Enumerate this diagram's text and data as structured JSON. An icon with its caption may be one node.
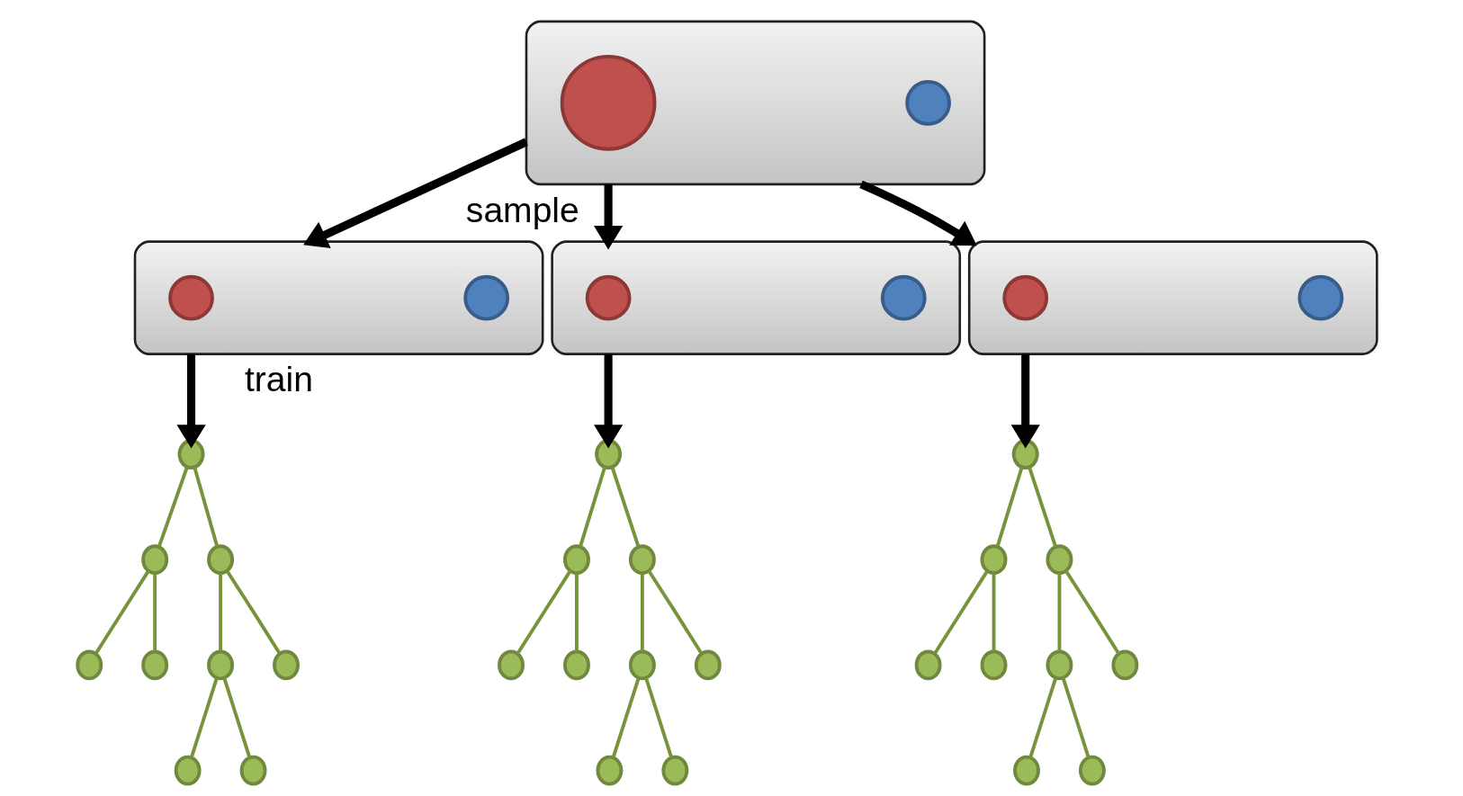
{
  "diagram": {
    "nodes": [
      {
        "text": [],
        "shape": "box"
      },
      {
        "text": [],
        "shape": "circle",
        "in": 0
      },
      {
        "text": [],
        "shape": "circle",
        "in": 0
      },
      {
        "text": [],
        "shape": "box"
      },
      {
        "text": [],
        "shape": "circle",
        "in": 3
      },
      {
        "text": [],
        "shape": "circle",
        "in": 3
      },
      {
        "text": [],
        "shape": "box"
      },
      {
        "text": [],
        "shape": "circle",
        "in": 6
      },
      {
        "text": [],
        "shape": "circle",
        "in": 6
      },
      {
        "text": [],
        "shape": "box"
      },
      {
        "text": [],
        "shape": "circle",
        "in": 9
      },
      {
        "text": [],
        "shape": "circle",
        "in": 9
      },
      {
        "text": [],
        "shape": "circle"
      },
      {
        "text": [],
        "shape": "circle"
      },
      {
        "text": [],
        "shape": "circle"
      },
      {
        "text": [],
        "shape": "circle"
      },
      {
        "text": [],
        "shape": "circle"
      },
      {
        "text": [],
        "shape": "circle"
      },
      {
        "text": [],
        "shape": "circle"
      },
      {
        "text": [],
        "shape": "circle"
      },
      {
        "text": [],
        "shape": "circle"
      },
      {
        "text": [],
        "shape": "circle"
      },
      {
        "text": [],
        "shape": "circle"
      },
      {
        "text": [],
        "shape": "circle"
      },
      {
        "text": [],
        "shape": "circle"
      },
      {
        "text": [],
        "shape": "circle"
      },
      {
        "text": [],
        "shape": "circle"
      },
      {
        "text": [],
        "shape": "circle"
      },
      {
        "text": [],
        "shape": "circle"
      },
      {
        "text": [],
        "shape": "circle"
      },
      {
        "text": [],
        "shape": "circle"
      },
      {
        "text": [],
        "shape": "circle"
      },
      {
        "text": [],
        "shape": "circle"
      },
      {
        "text": [],
        "shape": "circle"
      },
      {
        "text": [],
        "shape": "circle"
      },
      {
        "text": [],
        "shape": "circle"
      },
      {
        "text": [],
        "shape": "circle"
      },
      {
        "text": [],
        "shape": "circle"
      },
      {
        "text": [],
        "shape": "circle"
      }
    ],
    "edges": [
      {
        "from": 0,
        "to": 3,
        "arrow": "to",
        "label": "sample",
        "style": "thick",
        "color": "#000000"
      },
      {
        "from": 0,
        "to": 6,
        "arrow": "to",
        "style": "thick",
        "color": "#000000"
      },
      {
        "from": 0,
        "to": 9,
        "arrow": "to",
        "style": "thick",
        "color": "#000000"
      },
      {
        "from": 3,
        "to": 12,
        "arrow": "to",
        "label": "train",
        "style": "thick",
        "color": "#000000"
      },
      {
        "from": 6,
        "to": 21,
        "arrow": "to",
        "style": "thick",
        "color": "#000000"
      },
      {
        "from": 9,
        "to": 30,
        "arrow": "to",
        "style": "thick",
        "color": "#000000"
      },
      {
        "from": 12,
        "to": 13,
        "arrow": "none"
      },
      {
        "from": 12,
        "to": 14,
        "arrow": "none"
      },
      {
        "from": 13,
        "to": 16,
        "arrow": "none"
      },
      {
        "from": 13,
        "to": 17,
        "arrow": "none"
      },
      {
        "from": 14,
        "to": 15,
        "arrow": "none"
      },
      {
        "from": 14,
        "to": 20,
        "arrow": "none"
      },
      {
        "from": 15,
        "to": 18,
        "arrow": "none"
      },
      {
        "from": 15,
        "to": 19,
        "arrow": "none"
      },
      {
        "from": 21,
        "to": 22,
        "arrow": "none"
      },
      {
        "from": 21,
        "to": 23,
        "arrow": "none"
      },
      {
        "from": 22,
        "to": 25,
        "arrow": "none"
      },
      {
        "from": 22,
        "to": 26,
        "arrow": "none"
      },
      {
        "from": 23,
        "to": 24,
        "arrow": "none"
      },
      {
        "from": 23,
        "to": 29,
        "arrow": "none"
      },
      {
        "from": 24,
        "to": 27,
        "arrow": "none"
      },
      {
        "from": 24,
        "to": 28,
        "arrow": "none"
      },
      {
        "from": 30,
        "to": 31,
        "arrow": "none"
      },
      {
        "from": 30,
        "to": 32,
        "arrow": "none"
      },
      {
        "from": 31,
        "to": 34,
        "arrow": "none"
      },
      {
        "from": 31,
        "to": 35,
        "arrow": "none"
      },
      {
        "from": 32,
        "to": 33,
        "arrow": "none"
      },
      {
        "from": 32,
        "to": 38,
        "arrow": "none"
      },
      {
        "from": 33,
        "to": 36,
        "arrow": "none"
      },
      {
        "from": 33,
        "to": 37,
        "arrow": "none"
      }
    ]
  }
}
